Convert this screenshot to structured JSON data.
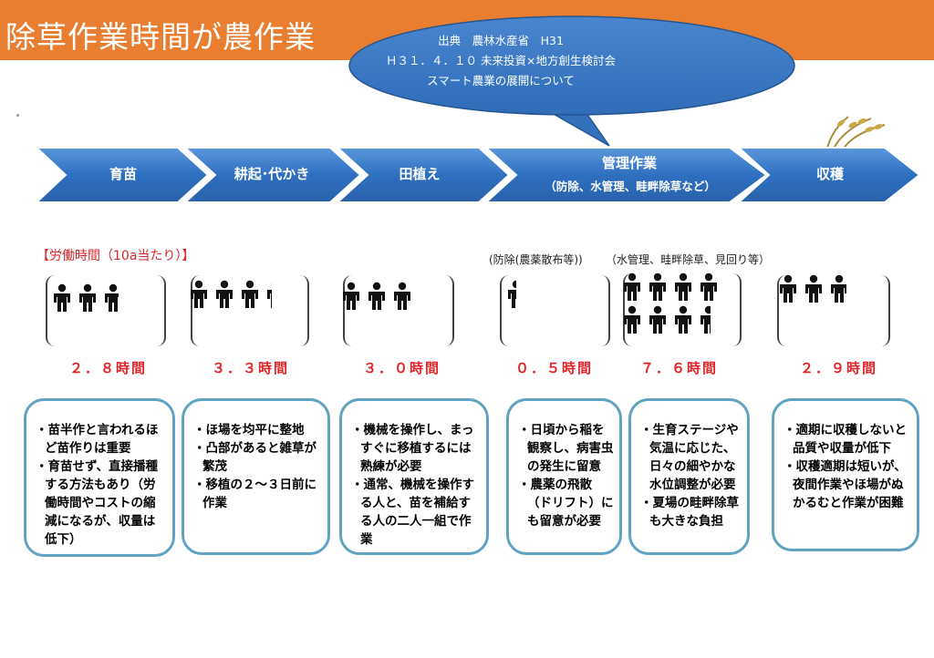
{
  "title": "除草作業時間が農作業",
  "source": {
    "line1": "出典　農林水産省　H31",
    "line2": "Ｈ３１．４．１０ 未来投資×地方創生検討会",
    "line3": "スマート農業の展開について"
  },
  "stages": [
    {
      "label": "育苗",
      "sub": ""
    },
    {
      "label": "耕起･代かき",
      "sub": ""
    },
    {
      "label": "田植え",
      "sub": ""
    },
    {
      "label": "管理作業",
      "sub": "（防除、水管理、畦畔除草など）"
    },
    {
      "label": "収穫",
      "sub": ""
    }
  ],
  "labor_label": "【労働時間（10a当たり）】",
  "notes": {
    "spray": "(防除(農薬散布等))",
    "water": "（水管理、畦畔除草、見回り等）"
  },
  "labor_hours": [
    {
      "text": "２．８時間",
      "value": 2.8
    },
    {
      "text": "３．３時間",
      "value": 3.3
    },
    {
      "text": "３．０時間",
      "value": 3.0
    },
    {
      "text": "０．５時間",
      "value": 0.5
    },
    {
      "text": "７．６時間",
      "value": 7.6
    },
    {
      "text": "２．９時間",
      "value": 2.9
    }
  ],
  "descriptions": [
    [
      "・苗半作と言われるほど苗作りは重要",
      "・育苗せず、直接播種する方法もあり（労働時間やコストの縮減になるが、収量は低下）"
    ],
    [
      "・ほ場を均平に整地",
      "・凸部があると雑草が繁茂",
      "・移植の２～３日前に作業"
    ],
    [
      "・機械を操作し、まっすぐに移植するには熟練が必要",
      "・通常、機械を操作する人と、苗を補給する人の二人一組で作業"
    ],
    [
      "・日頃から稲を観察し、病害虫の発生に留意",
      "・農薬の飛散（ドリフト）にも留意が必要"
    ],
    [
      "・生育ステージや気温に応じた、日々の細やかな水位調整が必要",
      "・夏場の畦畔除草も大きな負担"
    ],
    [
      "・適期に収穫しないと品質や収量が低下",
      "・収穫適期は短いが、夜間作業やほ場がぬかるむと作業が困難"
    ]
  ],
  "colors": {
    "header": "#ea7e30",
    "arrow": "#2e6fc0",
    "bubble": "#3a78c2",
    "hours": "#e52326",
    "box_border": "#5fa3c1"
  }
}
